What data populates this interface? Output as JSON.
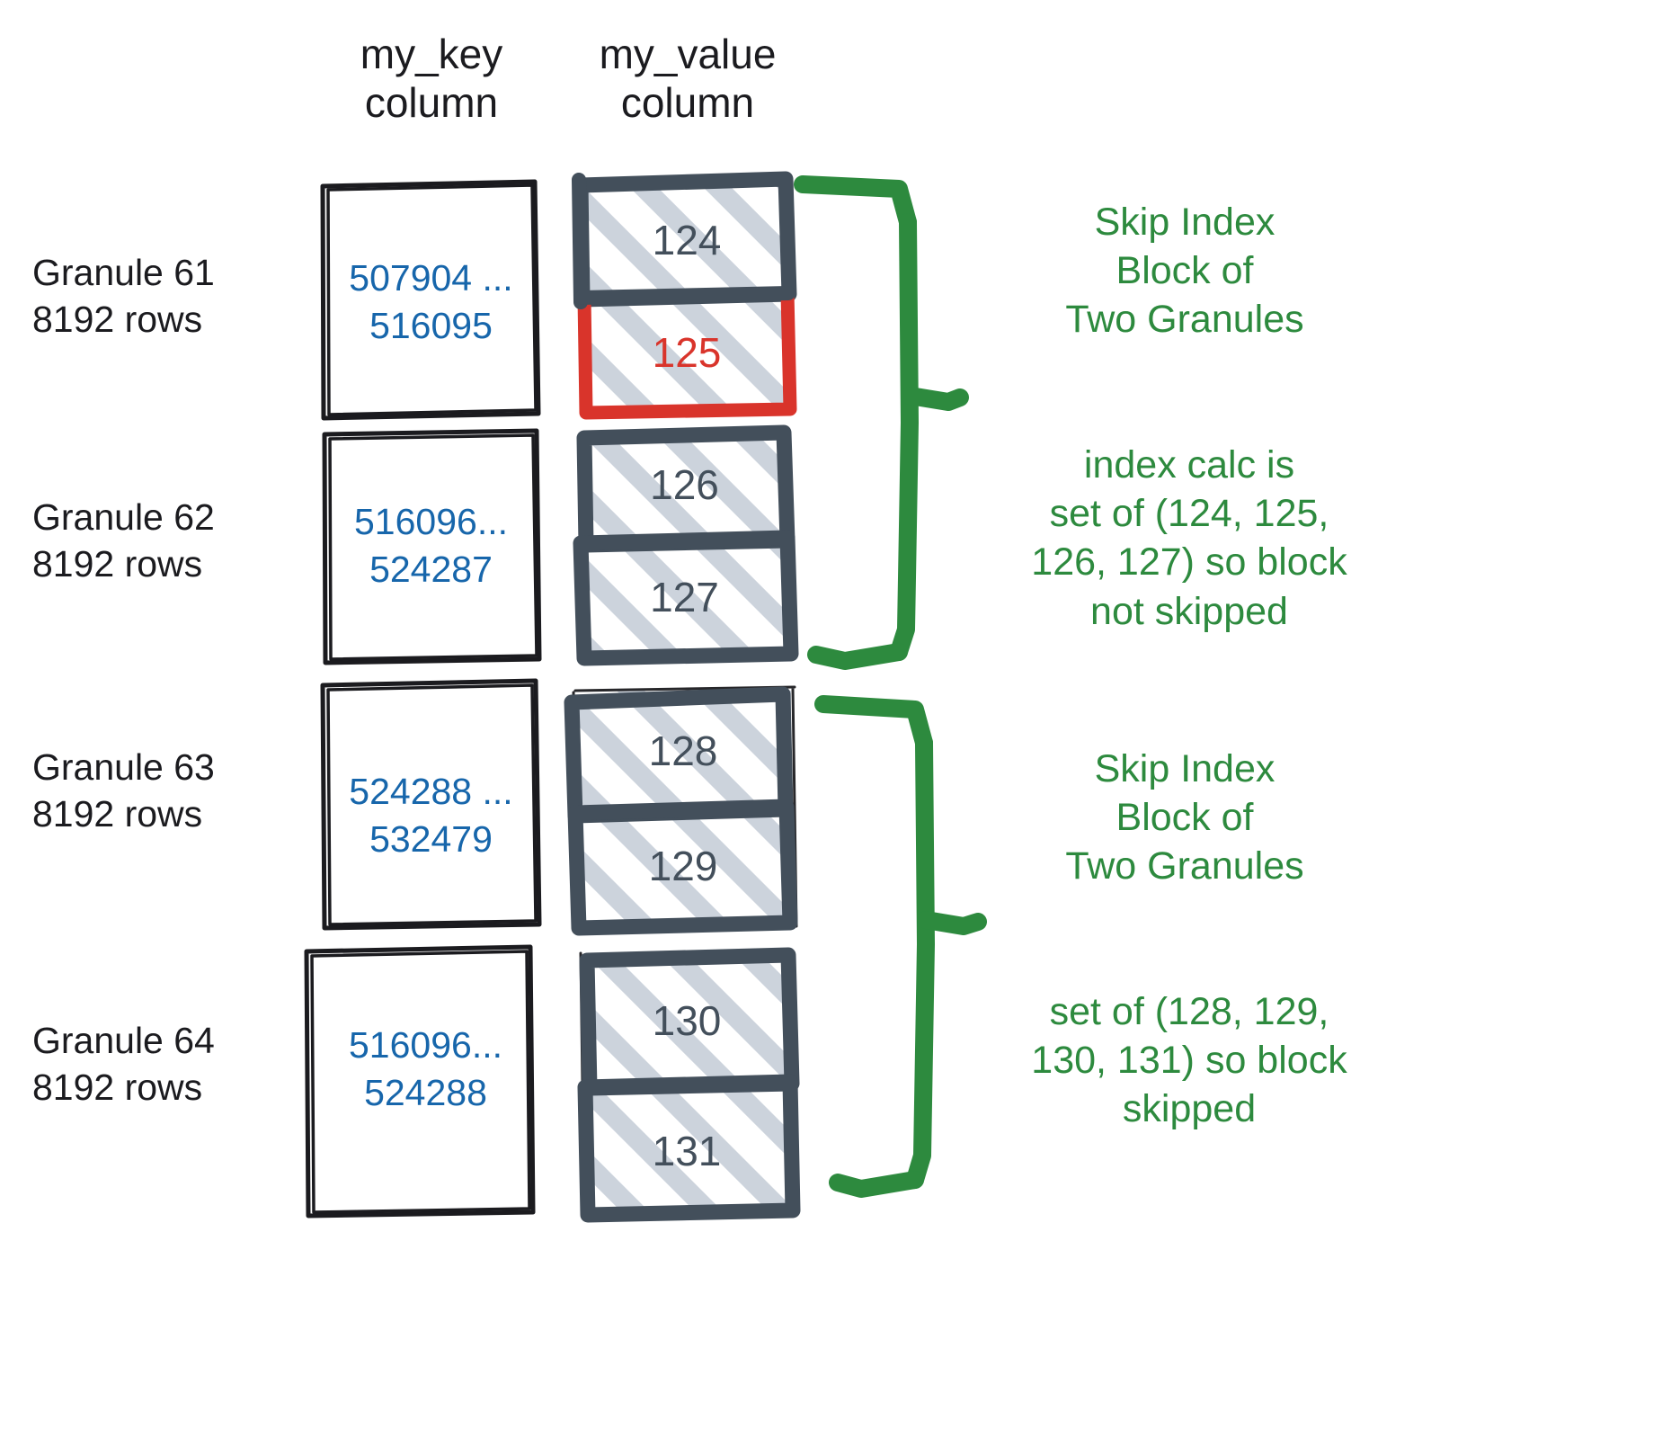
{
  "headers": {
    "key_column": "my_key\ncolumn",
    "value_column": "my_value\ncolumn"
  },
  "colors": {
    "key_text": "#1766ab",
    "value_text": "#434f5b",
    "highlight": "#d9342b",
    "annotation": "#2d8a3e",
    "box_border": "#1b1b1f",
    "value_box_border": "#434f5b",
    "hatch": "#ccd3dc"
  },
  "granules": [
    {
      "label": "Granule 61\n8192 rows",
      "key_range": "507904 ...\n516095",
      "values": [
        {
          "text": "124",
          "highlighted": false
        },
        {
          "text": "125",
          "highlighted": true
        }
      ]
    },
    {
      "label": "Granule 62\n8192 rows",
      "key_range": "516096...\n524287",
      "values": [
        {
          "text": "126",
          "highlighted": false
        },
        {
          "text": "127",
          "highlighted": false
        }
      ]
    },
    {
      "label": "Granule 63\n8192 rows",
      "key_range": "524288 ...\n532479",
      "values": [
        {
          "text": "128",
          "highlighted": false
        },
        {
          "text": "129",
          "highlighted": false
        }
      ]
    },
    {
      "label": "Granule 64\n8192 rows",
      "key_range": "516096...\n524288",
      "values": [
        {
          "text": "130",
          "highlighted": false
        },
        {
          "text": "131",
          "highlighted": false
        }
      ]
    }
  ],
  "annotations": [
    {
      "text": "Skip Index\nBlock of\nTwo Granules"
    },
    {
      "text": "index calc is\nset of (124, 125,\n126, 127) so block\nnot skipped"
    },
    {
      "text": "Skip Index\nBlock of\nTwo Granules"
    },
    {
      "text": "set of (128, 129,\n130, 131) so block\nskipped"
    }
  ]
}
